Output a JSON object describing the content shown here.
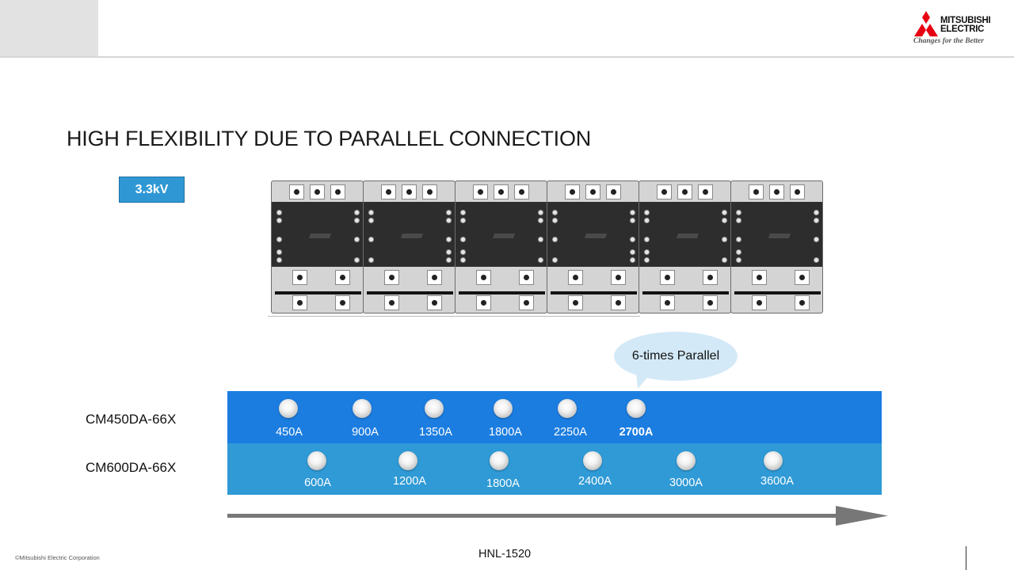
{
  "brand": {
    "name_line1": "MITSUBISHI",
    "name_line2": "ELECTRIC",
    "tagline": "Changes for the Better",
    "logo_color": "#e60012"
  },
  "slide": {
    "title": "HIGH FLEXIBILITY DUE TO PARALLEL CONNECTION",
    "voltage_badge": "3.3kV",
    "callout": "6-times Parallel",
    "arrow_color": "#777777"
  },
  "rows": [
    {
      "model": "CM450DA-66X",
      "band_color": "#1c7de0",
      "currents": [
        "450A",
        "900A",
        "1350A",
        "1800A",
        "2250A",
        "2700A"
      ],
      "highlight_index": 5
    },
    {
      "model": "CM600DA-66X",
      "band_color": "#2f9ad6",
      "currents": [
        "600A",
        "1200A",
        "1800A",
        "2400A",
        "3000A",
        "3600A"
      ]
    }
  ],
  "footer": {
    "copyright": "©Mitsubishi Electric Corporation",
    "doc_number": "HNL-1520"
  }
}
